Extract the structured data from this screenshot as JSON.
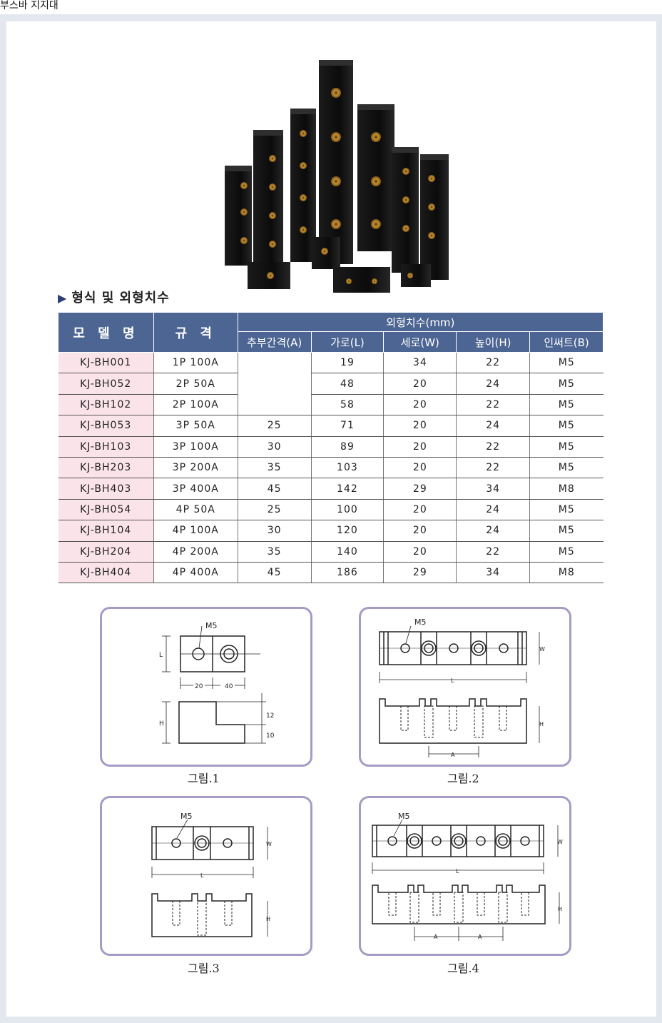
{
  "page": {
    "title": "부스바 지지대"
  },
  "section": {
    "heading": "형식 및 외형치수"
  },
  "table": {
    "col_model": "모 델 명",
    "col_spec": "규 격",
    "group": "외형치수(mm)",
    "sub_headers": [
      "추부간격(A)",
      "가로(L)",
      "세로(W)",
      "높이(H)",
      "인써트(B)"
    ],
    "rows": [
      {
        "model": "KJ-BH001",
        "spec": "1P 100A",
        "a": "",
        "l": "19",
        "w": "34",
        "h": "22",
        "b": "M5"
      },
      {
        "model": "KJ-BH052",
        "spec": "2P 50A",
        "a": "",
        "l": "48",
        "w": "20",
        "h": "24",
        "b": "M5"
      },
      {
        "model": "KJ-BH102",
        "spec": "2P 100A",
        "a": "",
        "l": "58",
        "w": "20",
        "h": "22",
        "b": "M5"
      },
      {
        "model": "KJ-BH053",
        "spec": "3P 50A",
        "a": "25",
        "l": "71",
        "w": "20",
        "h": "24",
        "b": "M5"
      },
      {
        "model": "KJ-BH103",
        "spec": "3P 100A",
        "a": "30",
        "l": "89",
        "w": "20",
        "h": "22",
        "b": "M5"
      },
      {
        "model": "KJ-BH203",
        "spec": "3P 200A",
        "a": "35",
        "l": "103",
        "w": "20",
        "h": "22",
        "b": "M5"
      },
      {
        "model": "KJ-BH403",
        "spec": "3P 400A",
        "a": "45",
        "l": "142",
        "w": "29",
        "h": "34",
        "b": "M8"
      },
      {
        "model": "KJ-BH054",
        "spec": "4P 50A",
        "a": "25",
        "l": "100",
        "w": "20",
        "h": "24",
        "b": "M5"
      },
      {
        "model": "KJ-BH104",
        "spec": "4P 100A",
        "a": "30",
        "l": "120",
        "w": "20",
        "h": "24",
        "b": "M5"
      },
      {
        "model": "KJ-BH204",
        "spec": "4P 200A",
        "a": "35",
        "l": "140",
        "w": "20",
        "h": "22",
        "b": "M5"
      },
      {
        "model": "KJ-BH404",
        "spec": "4P 400A",
        "a": "45",
        "l": "186",
        "w": "29",
        "h": "34",
        "b": "M8"
      }
    ]
  },
  "figures": {
    "fig1": {
      "caption": "그림.1",
      "insert": "M5",
      "dim_l": "L",
      "dim_20": "20",
      "dim_40": "40",
      "dim_h": "H",
      "dim_12": "12",
      "dim_10": "10"
    },
    "fig2": {
      "caption": "그림.2",
      "insert": "M5",
      "dim_w": "W",
      "dim_l": "L",
      "dim_h": "H",
      "dim_a": "A"
    },
    "fig3": {
      "caption": "그림.3",
      "insert": "M5",
      "dim_w": "W",
      "dim_l": "L",
      "dim_h": "H"
    },
    "fig4": {
      "caption": "그림.4",
      "insert": "M5",
      "dim_w": "W",
      "dim_l": "L",
      "dim_h": "H",
      "dim_a1": "A",
      "dim_a2": "A"
    }
  },
  "colors": {
    "header_bg": "#4d6592",
    "model_cell_bg": "#fbe3ea",
    "figure_border": "#a79bc6",
    "frame_bg": "#e3e7ee"
  }
}
